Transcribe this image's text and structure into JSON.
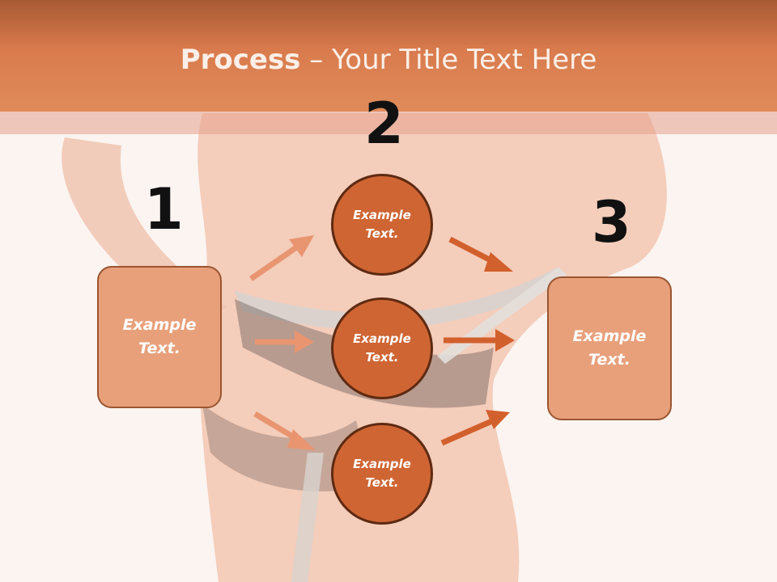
{
  "title": {
    "bold": "Process",
    "rest": " – Your Title Text Here"
  },
  "steps": {
    "one": "1",
    "two": "2",
    "three": "3"
  },
  "left_box": {
    "text": "Example Text."
  },
  "right_box": {
    "text": "Example Text."
  },
  "circles": [
    {
      "text": "Example Text."
    },
    {
      "text": "Example Text."
    },
    {
      "text": "Example Text."
    }
  ],
  "colors": {
    "accent": "#cf6533",
    "box_fill": "#e8a07b",
    "arrow_light": "#e89570",
    "arrow_dark": "#d2602c"
  }
}
